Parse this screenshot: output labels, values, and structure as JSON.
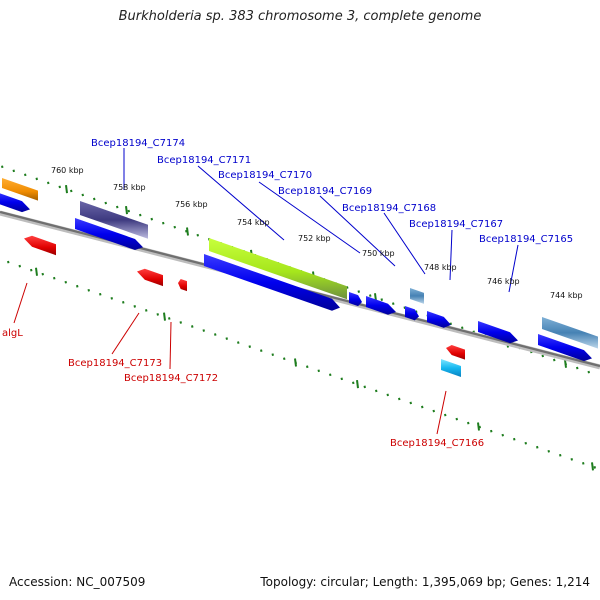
{
  "title": "Burkholderia sp. 383 chromosome 3, complete genome",
  "footer": {
    "accession": "Accession: NC_007509",
    "summary": "Topology: circular; Length: 1,395,069 bp; Genes: 1,214"
  },
  "colors": {
    "forward_label": "#0000cc",
    "reverse_label": "#cc0000",
    "backbone": "#8a8a8a",
    "tick": "#1e7d1e"
  },
  "ticks": [
    "760 kbp",
    "758 kbp",
    "756 kbp",
    "754 kbp",
    "752 kbp",
    "750 kbp",
    "748 kbp",
    "746 kbp",
    "744 kbp"
  ],
  "forward_labels": [
    "Bcep18194_C7174",
    "Bcep18194_C7171",
    "Bcep18194_C7170",
    "Bcep18194_C7169",
    "Bcep18194_C7168",
    "Bcep18194_C7167",
    "Bcep18194_C7165"
  ],
  "reverse_labels": [
    "algL",
    "Bcep18194_C7173",
    "Bcep18194_C7172",
    "Bcep18194_C7166"
  ]
}
